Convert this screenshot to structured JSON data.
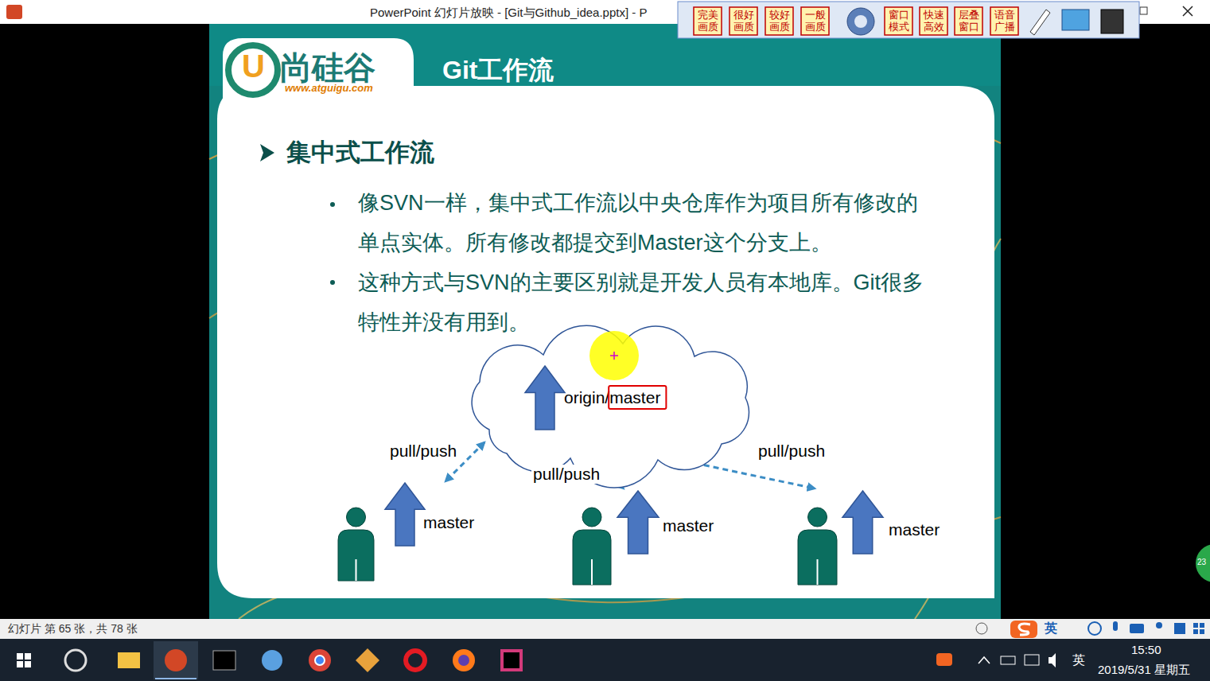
{
  "diagram": {
    "title": "Git工作流",
    "nodes": [
      {
        "text": [
          "origin/master"
        ]
      },
      {
        "text": [
          "master"
        ]
      },
      {
        "text": [
          "master"
        ]
      },
      {
        "text": [
          "master"
        ]
      }
    ],
    "edges": [
      {
        "from": 0,
        "to": 1,
        "label": "pull/push",
        "arrow": "both"
      },
      {
        "from": 0,
        "to": 2,
        "label": "pull/push",
        "arrow": "both"
      },
      {
        "from": 0,
        "to": 3,
        "label": "pull/push",
        "arrow": "both"
      }
    ],
    "labels": [
      "PowerPoint 幻灯片放映 - [Git与Github_idea.pptx] - P",
      "完美画质",
      "很好画质",
      "较好画质",
      "一般画质",
      "窗口模式",
      "快速高效",
      "层叠窗口",
      "语音广播",
      "U",
      "尚硅谷",
      "www.atguigu.com",
      "集中式工作流",
      "像SVN一样，集中式工作流以中央仓库作为项目所有修改的单点实体。所有修改都提交到Master这个分支上。",
      "这种方式与SVN的主要区别就是开发人员有本地库。Git很多特性并没有用到。",
      "23",
      "幻灯片 第 65 张，共 78 张",
      "英",
      "英",
      "15:50",
      "2019/5/31 星期五"
    ]
  }
}
